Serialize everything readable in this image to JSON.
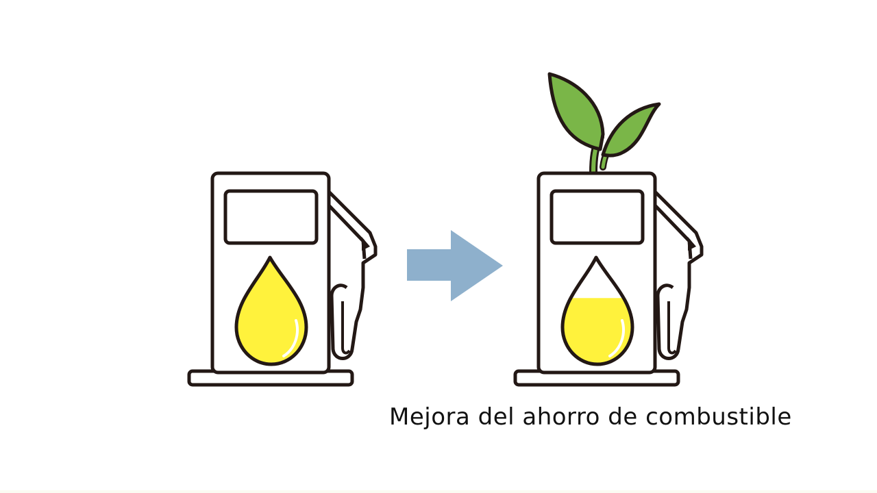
{
  "caption": "Mejora del ahorro de combustible",
  "icons": {
    "left_pump": "fuel-pump-icon",
    "arrow": "arrow-right-icon",
    "right_pump": "eco-fuel-pump-icon",
    "sprout": "sprout-icon",
    "drop": "fuel-drop-icon"
  },
  "colors": {
    "outline": "#231815",
    "fuel_yellow": "#fff23c",
    "arrow_blue": "#8eb0cc",
    "leaf_green": "#7ab648",
    "background": "#ffffff"
  },
  "fuel_level": {
    "before": 1.0,
    "after": 0.62
  }
}
